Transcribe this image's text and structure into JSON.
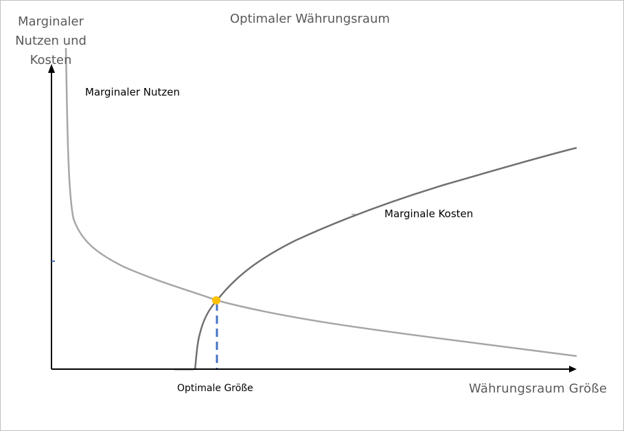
{
  "title": "Optimaler Währungsraum",
  "y_axis_label": [
    "Marginaler",
    "Nutzen und",
    "Kosten"
  ],
  "x_axis_label": "Währungsraum Größe",
  "curves": {
    "benefit_label": "Marginaler Nutzen",
    "cost_label": "Marginale Kosten"
  },
  "optimum_label": "Optimale Größe",
  "colors": {
    "axis": "#000000",
    "benefit_curve": "#a6a6a6",
    "cost_curve": "#707070",
    "optimum_marker": "#ffc000",
    "optimum_dashed_line": "#4472c4",
    "text_gray": "#595959"
  }
}
